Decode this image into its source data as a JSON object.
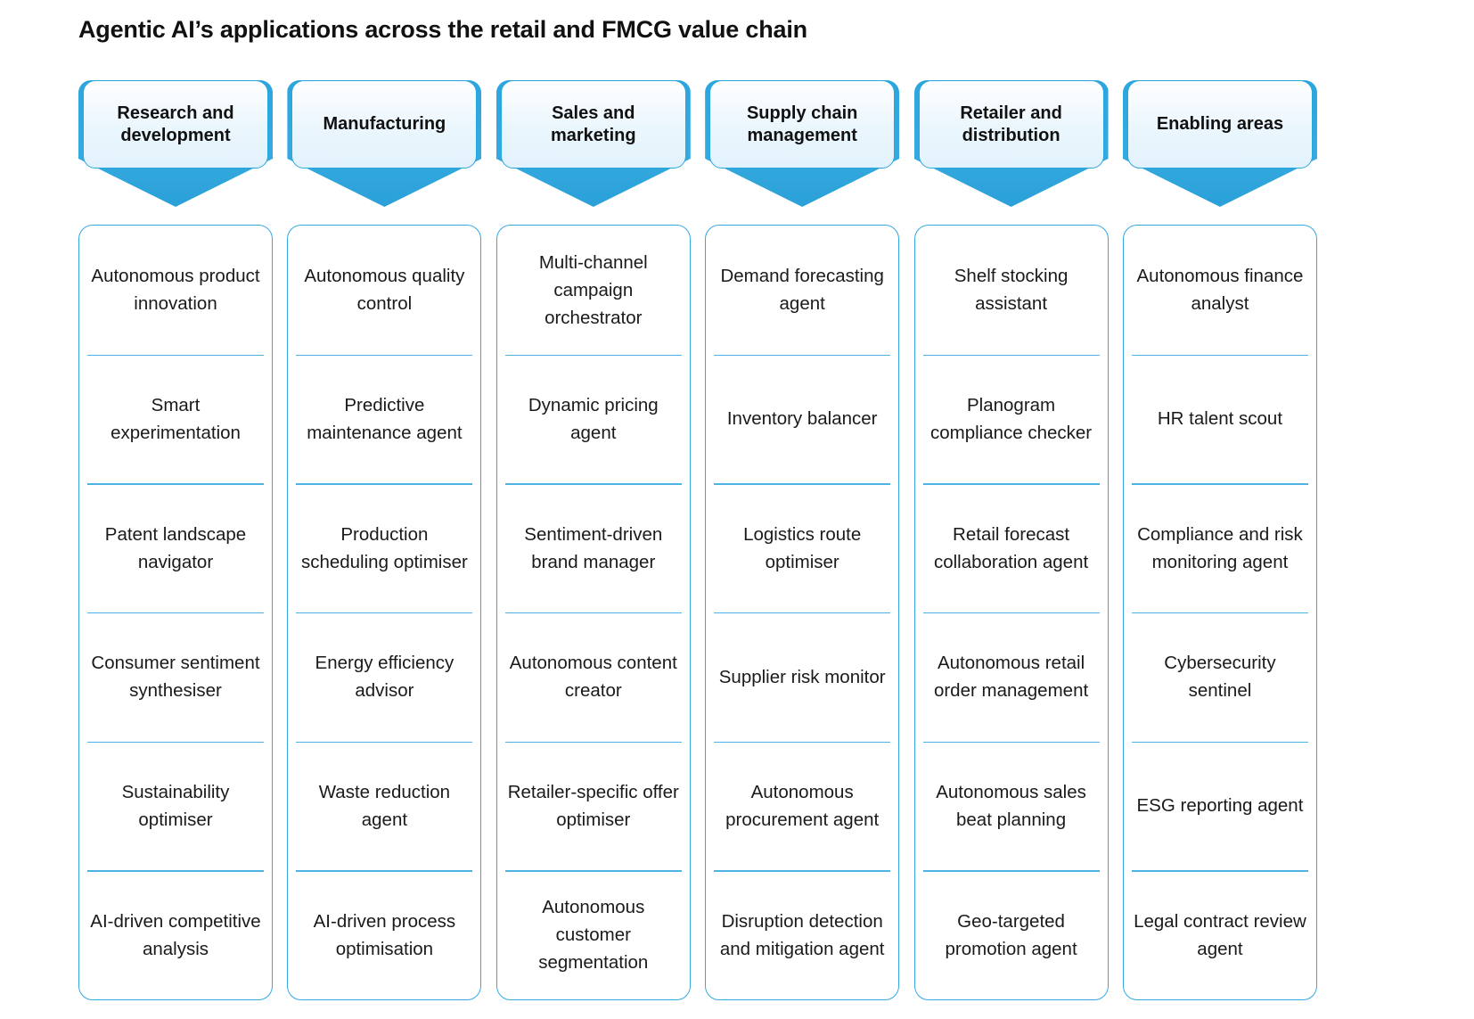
{
  "title": "Agentic AI’s applications across the retail and FMCG value chain",
  "colors": {
    "accent_blue": "#2ba6dd",
    "divider_blue": "#4fb2e4",
    "header_fill": "#eaf6fd",
    "text": "#1a1a1a",
    "background": "#ffffff"
  },
  "columns": [
    {
      "header": "Research and development",
      "items": [
        "Autonomous product innovation",
        "Smart experimentation",
        "Patent landscape navigator",
        "Consumer sentiment synthesiser",
        "Sustainability optimiser",
        "AI-driven competitive analysis"
      ]
    },
    {
      "header": "Manufacturing",
      "items": [
        "Autonomous quality control",
        "Predictive maintenance agent",
        "Production scheduling optimiser",
        "Energy efficiency advisor",
        "Waste reduction agent",
        "AI-driven process optimisation"
      ]
    },
    {
      "header": "Sales and marketing",
      "items": [
        "Multi-channel campaign orchestrator",
        "Dynamic pricing agent",
        "Sentiment-driven brand manager",
        "Autonomous content creator",
        "Retailer-specific offer optimiser",
        "Autonomous customer segmentation"
      ]
    },
    {
      "header": "Supply chain management",
      "items": [
        "Demand forecasting agent",
        "Inventory balancer",
        "Logistics route optimiser",
        "Supplier risk monitor",
        "Autonomous procurement agent",
        "Disruption detection and mitigation agent"
      ]
    },
    {
      "header": "Retailer and distribution",
      "items": [
        "Shelf stocking assistant",
        "Planogram compliance checker",
        "Retail forecast collaboration agent",
        "Autonomous retail order management",
        "Autonomous sales beat planning",
        "Geo-targeted promotion agent"
      ]
    },
    {
      "header": "Enabling areas",
      "items": [
        "Autonomous finance analyst",
        "HR talent scout",
        "Compliance and risk monitoring agent",
        "Cybersecurity sentinel",
        "ESG reporting agent",
        "Legal contract review agent"
      ]
    }
  ]
}
